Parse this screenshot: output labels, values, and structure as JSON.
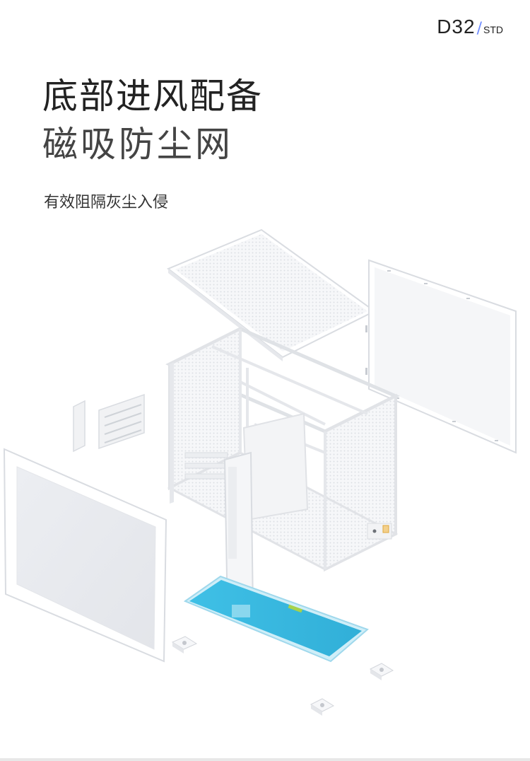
{
  "brand": {
    "model": "D32",
    "variant": "STD"
  },
  "heading": {
    "line1": "底部进风配备",
    "line2": "磁吸防尘网"
  },
  "subtitle": "有效阻隔灰尘入侵",
  "colors": {
    "dust_filter": "#3ab8df",
    "accent": "#6f8cff",
    "frame": "#f4f5f7"
  }
}
